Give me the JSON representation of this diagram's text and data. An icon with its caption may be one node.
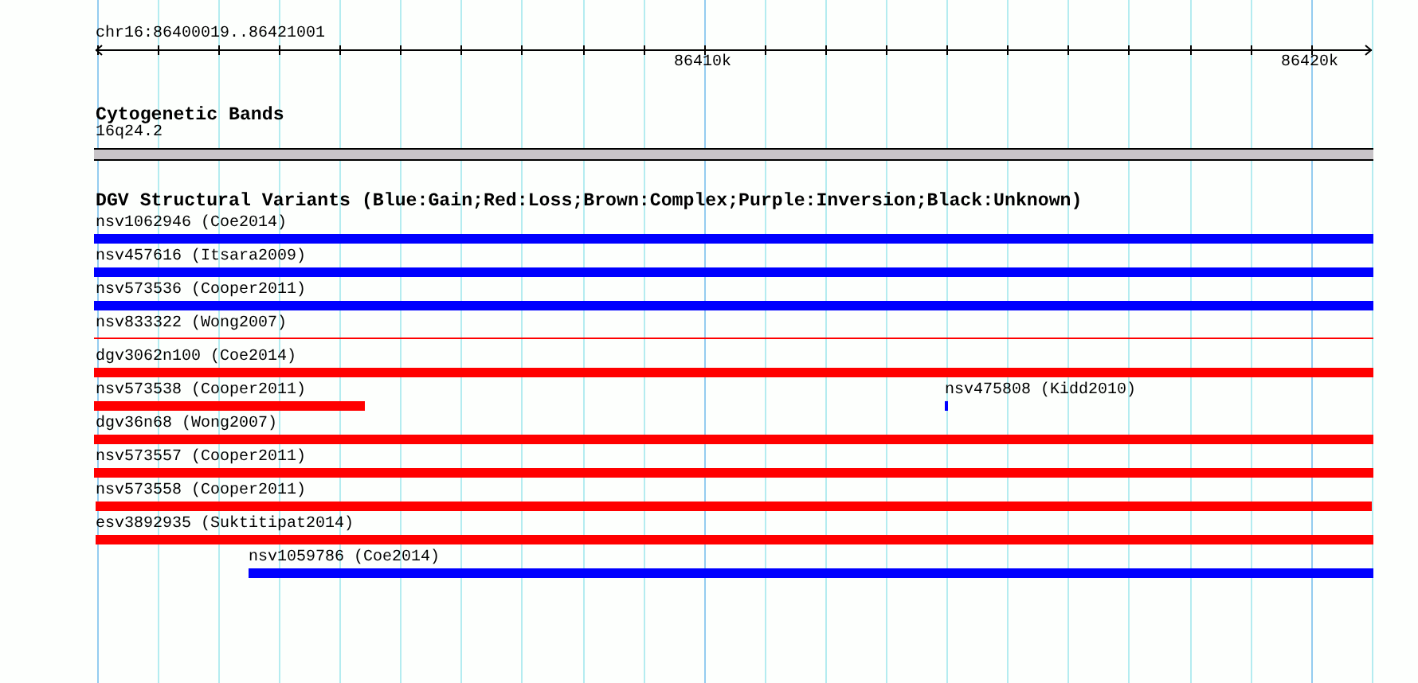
{
  "diagram": {
    "nodes": [
      {
        "text": [
          "16q24.2"
        ]
      },
      {
        "text": [
          "nsv1062946 (Coe2014)"
        ]
      },
      {
        "text": [
          "nsv457616 (Itsara2009)"
        ]
      },
      {
        "text": [
          "nsv573536 (Cooper2011)"
        ]
      },
      {
        "text": [
          "nsv833322 (Wong2007)"
        ]
      },
      {
        "text": [
          "dgv3062n100 (Coe2014)"
        ]
      },
      {
        "text": [
          "nsv573538 (Cooper2011)"
        ]
      },
      {
        "text": [
          "nsv475808 (Kidd2010)"
        ]
      },
      {
        "text": [
          "dgv36n68 (Wong2007)"
        ]
      },
      {
        "text": [
          "nsv573557 (Cooper2011)"
        ]
      },
      {
        "text": [
          "nsv573558 (Cooper2011)"
        ]
      },
      {
        "text": [
          "esv3892935 (Suktitipat2014)"
        ]
      },
      {
        "text": [
          "nsv1059786 (Coe2014)"
        ]
      }
    ],
    "labels": [
      "chr16:86400019..86421001",
      "86410k",
      "86420k",
      "Cytogenetic Bands",
      "DGV Structural Variants (Blue:Gain;Red:Loss;Brown:Complex;Purple:Inversion;Black:Unknown)"
    ]
  }
}
